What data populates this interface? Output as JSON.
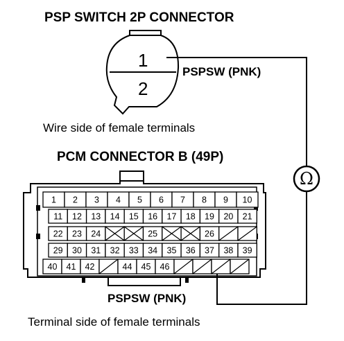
{
  "psp_connector": {
    "title": "PSP SWITCH 2P CONNECTOR",
    "pin1": "1",
    "pin2": "2",
    "wire_label": "PSPSW (PNK)",
    "caption": "Wire side of female terminals"
  },
  "pcm_connector": {
    "title": "PCM CONNECTOR B (49P)",
    "wire_label": "PSPSW (PNK)",
    "caption": "Terminal side of female terminals",
    "row1": [
      "1",
      "2",
      "3",
      "4",
      "5",
      "6",
      "7",
      "8",
      "9",
      "10"
    ],
    "row2": [
      "11",
      "12",
      "13",
      "14",
      "15",
      "16",
      "17",
      "18",
      "19",
      "20",
      "21"
    ],
    "row3": [
      "22",
      "23",
      "24",
      "",
      "",
      "25",
      "",
      "",
      "26",
      "",
      ""
    ],
    "row4": [
      "29",
      "30",
      "31",
      "32",
      "33",
      "34",
      "35",
      "36",
      "37",
      "38",
      "39"
    ],
    "row5": [
      "40",
      "41",
      "42",
      "",
      "44",
      "45",
      "46",
      "",
      "",
      "",
      ""
    ]
  },
  "meter": {
    "symbol": "Ω",
    "icon": "ohmmeter-icon"
  }
}
